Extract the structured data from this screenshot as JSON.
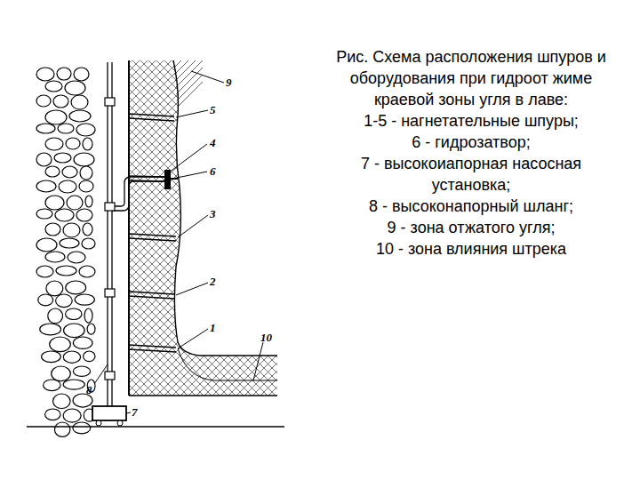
{
  "diagram": {
    "caption": "Рис. Схема расположения шпуров и оборудования при гидроот жиме краевой зоны угля в лаве:",
    "labels": [
      "9",
      "5",
      "4",
      "6",
      "3",
      "2",
      "1",
      "10",
      "8",
      "7",
      "1-5 - нагнетательные шпуры;",
      "6 - гидрозатвор;",
      "7 - высокоиапорная насосная установка;",
      "8 - высоконапорный шланг;",
      "9 - зона отжатого угля;",
      "10 - зона влияния штрека"
    ]
  }
}
